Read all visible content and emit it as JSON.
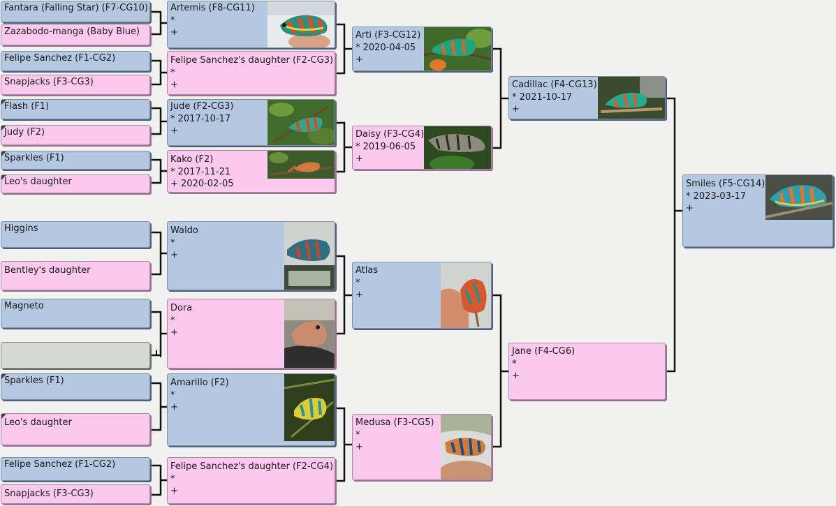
{
  "app": {
    "view": "pedigree"
  },
  "people": {
    "fantara": {
      "name": "Fantara (Falling Star) (F7-CG10)",
      "sex": "male"
    },
    "zaza": {
      "name": "Zazabodo-manga (Baby Blue)",
      "sex": "female"
    },
    "felipe1": {
      "name": "Felipe Sanchez (F1-CG2)",
      "sex": "male"
    },
    "snap1": {
      "name": "Snapjacks (F3-CG3)",
      "sex": "female"
    },
    "flash": {
      "name": "Flash (F1)",
      "sex": "male"
    },
    "judy": {
      "name": "Judy (F2)",
      "sex": "female"
    },
    "sparkles1": {
      "name": "Sparkles (F1)",
      "sex": "male"
    },
    "leos1": {
      "name": "Leo's daughter",
      "sex": "female"
    },
    "higgins": {
      "name": "Higgins",
      "sex": "male"
    },
    "bentley": {
      "name": "Bentley's daughter",
      "sex": "female"
    },
    "magneto": {
      "name": "Magneto",
      "sex": "male"
    },
    "unknown": {
      "name": "",
      "sex": "unknown"
    },
    "sparkles2": {
      "name": "Sparkles (F1)",
      "sex": "male"
    },
    "leos2": {
      "name": "Leo's daughter",
      "sex": "female"
    },
    "felipe2": {
      "name": "Felipe Sanchez (F1-CG2)",
      "sex": "male"
    },
    "snap2": {
      "name": "Snapjacks (F3-CG3)",
      "sex": "female"
    },
    "artemis": {
      "name": "Artemis (F8-CG11)",
      "born": "*",
      "died": "+",
      "sex": "male"
    },
    "felipeDau3": {
      "name": "Felipe Sanchez's daughter (F2-CG3)",
      "born": "*",
      "died": "+",
      "sex": "female"
    },
    "jude": {
      "name": "Jude (F2-CG3)",
      "born": "* 2017-10-17",
      "died": "+",
      "sex": "male"
    },
    "kako": {
      "name": "Kako (F2)",
      "born": "* 2017-11-21",
      "died": "+ 2020-02-05",
      "sex": "female"
    },
    "waldo": {
      "name": "Waldo",
      "born": "*",
      "died": "+",
      "sex": "male"
    },
    "dora": {
      "name": "Dora",
      "born": "*",
      "died": "+",
      "sex": "female"
    },
    "amarillo": {
      "name": "Amarillo (F2)",
      "born": "*",
      "died": "+",
      "sex": "male"
    },
    "felipeDau4": {
      "name": "Felipe Sanchez's daughter (F2-CG4)",
      "born": "*",
      "died": "+",
      "sex": "female"
    },
    "arti": {
      "name": "Arti (F3-CG12)",
      "born": "* 2020-04-05",
      "died": "+",
      "sex": "male"
    },
    "daisy": {
      "name": "Daisy (F3-CG4)",
      "born": "* 2019-06-05",
      "died": "+",
      "sex": "female"
    },
    "atlas": {
      "name": "Atlas",
      "born": "*",
      "died": "+",
      "sex": "male"
    },
    "medusa": {
      "name": "Medusa (F3-CG5)",
      "born": "*",
      "died": "+",
      "sex": "female"
    },
    "cadillac": {
      "name": "Cadillac (F4-CG13)",
      "born": "* 2021-10-17",
      "died": "+",
      "sex": "male"
    },
    "jane": {
      "name": "Jane (F4-CG6)",
      "born": "*",
      "died": "+",
      "sex": "female"
    },
    "smiles": {
      "name": "Smiles (F5-CG14)",
      "born": "* 2023-03-17",
      "died": "+",
      "sex": "male"
    }
  },
  "colors": {
    "male": "#b4c8e2",
    "female": "#fcc9ee",
    "unknown": "#d6d8d3",
    "line": "#111111"
  }
}
